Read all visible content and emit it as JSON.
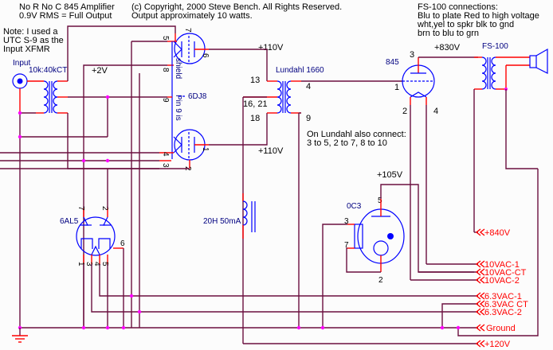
{
  "title": {
    "line1": "No R No C 845 Amplifier",
    "line2": "0.9V RMS = Full Output"
  },
  "copyright": {
    "line1": "(c) Copyright, 2000 Steve Bench. All Rights Reserved.",
    "line2": "Output approximately 10 watts."
  },
  "note": {
    "line1": "Note: I used a",
    "line2": "UTC S-9 as the",
    "line3": "Input XFMR"
  },
  "fs100_notes": {
    "line1": "FS-100 connections:",
    "line2": "Blu to plate   Red to high voltage",
    "line3": "wht,yel to spkr   blk to gnd",
    "line4": "brn to blu to grn"
  },
  "lundahl_note": {
    "line1": "On Lundahl also connect:",
    "line2": "3 to 5, 2 to 7, 8 to 10"
  },
  "components": {
    "input_label": "Input",
    "input_xfmr": "10k:40kCT",
    "tube_6dj8": "6DJ8",
    "shield_label": "shield",
    "pin9_label": "Pin 9 is",
    "tube_6al5": "6AL5",
    "lundahl": "Lundahl 1660",
    "tube_845": "845",
    "fs100": "FS-100",
    "choke": "20H 50mA",
    "tube_0c3": "0C3"
  },
  "voltages": {
    "v2": "+2V",
    "v110_top": "+110V",
    "v110_bot": "+110V",
    "v830": "+830V",
    "v105": "+105V"
  },
  "pins": {
    "dj8_top": [
      "7",
      "5",
      "6",
      "8"
    ],
    "dj8_mid": "9",
    "dj8_bot": [
      "4",
      "3",
      "1",
      "2"
    ],
    "lundahl_left": [
      "13",
      "16, 21",
      "18"
    ],
    "lundahl_right": [
      "4",
      "9"
    ],
    "t845": [
      "3",
      "1",
      "2",
      "4"
    ],
    "al5": [
      "7",
      "2",
      "6",
      "1",
      "3",
      "4",
      "5"
    ],
    "oc3": [
      "5",
      "3",
      "7",
      "2"
    ]
  },
  "supply_connectors": [
    {
      "label": "+840V"
    },
    {
      "label": "10VAC-1"
    },
    {
      "label": "10VAC-CT"
    },
    {
      "label": "10VAC-2"
    },
    {
      "label": "6.3VAC-1"
    },
    {
      "label": "6.3VAC CT"
    },
    {
      "label": "6.3VAC-2"
    },
    {
      "label": "Ground"
    },
    {
      "label": "+120V"
    }
  ],
  "colors": {
    "wire": "#6b0f3f",
    "pin_lead": "#ff0000",
    "symbol": "#0000ff",
    "junction": "#ff00ff",
    "connector_text": "#ff0000"
  }
}
